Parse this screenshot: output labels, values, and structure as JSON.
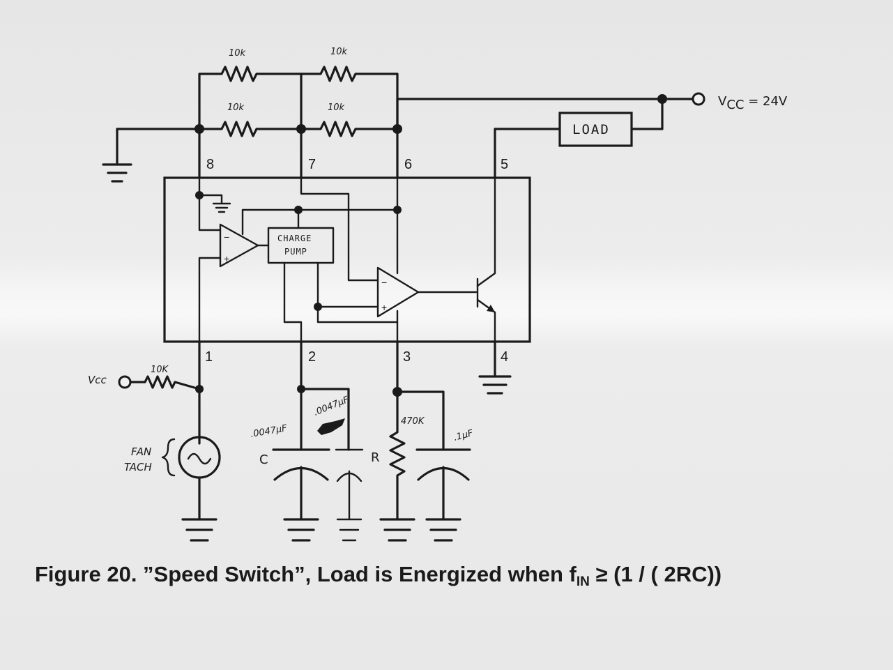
{
  "pins": {
    "p1": "1",
    "p2": "2",
    "p3": "3",
    "p4": "4",
    "p5": "5",
    "p6": "6",
    "p7": "7",
    "p8": "8"
  },
  "resistors": {
    "top_left": "10k",
    "top_right": "10k",
    "mid_left": "10k",
    "mid_right": "10k",
    "input": "10K",
    "r_value": "470K",
    "r_label": "R"
  },
  "capacitors": {
    "c_label": "C",
    "c_value": ".0047μF",
    "c2_value": ".0047μF",
    "c3_value": ".1μF"
  },
  "supply": {
    "label": "V",
    "sub": "CC",
    "value": " = 24V"
  },
  "vee_label": "Vcc",
  "load_label": "LOAD",
  "charge_pump": {
    "line1": "CHARGE",
    "line2": "PUMP"
  },
  "fan_tach": {
    "line1": "FAN",
    "line2": "TACH"
  },
  "opamp_signs": {
    "minus": "−",
    "plus": "+"
  },
  "caption": {
    "prefix": "Figure 20.  ”Speed Switch”, Load is Energized when f",
    "sub": "IN",
    "suffix": " ≥ (1 / ( 2RC))"
  }
}
